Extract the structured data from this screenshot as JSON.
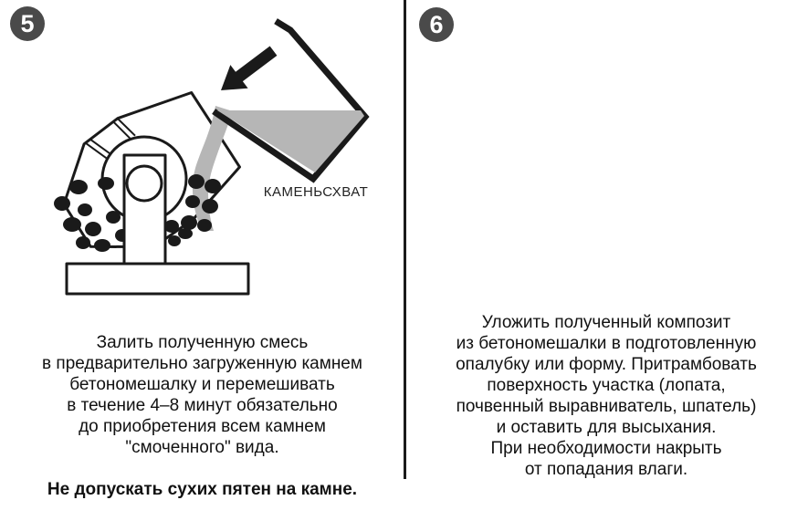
{
  "colors": {
    "badge": "#4a4a4a",
    "ink": "#1a1a1a",
    "slurry": "#b6b6b6",
    "paper": "#ffffff"
  },
  "panel5": {
    "number": "5",
    "bucket_label": "КАМЕНЬСХВАТ",
    "caption": "Залить полученную смесь\nв предварительно загруженную камнем\nбетономешалку и перемешивать\nв течение 4–8 минут обязательно\nдо приобретения всем камнем\n\"смоченного\" вида.",
    "warning": "Не допускать сухих пятен на камне."
  },
  "panel6": {
    "number": "6",
    "caption": "Уложить полученный композит\nиз бетономешалки в подготовленную\nопалубку или форму. Притрамбовать\nповерхность участка (лопата,\nпочвенный выравниватель, шпатель)\nи оставить для высыхания.\nПри необходимости накрыть\nот попадания влаги."
  }
}
